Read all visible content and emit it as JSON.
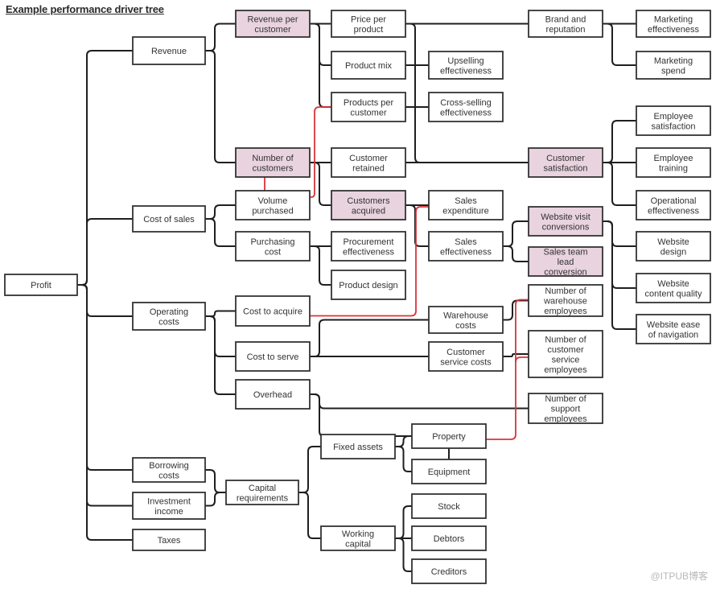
{
  "title": "Example performance driver tree",
  "watermark": "@ITPUB博客",
  "colors": {
    "highlight_fill": "#e8d3de",
    "normal_fill": "#ffffff",
    "line": "#1f1f1f",
    "red_link": "#d9343a"
  },
  "nodes": [
    {
      "id": "profit",
      "label": [
        "Profit"
      ],
      "highlight": false
    },
    {
      "id": "revenue",
      "label": [
        "Revenue"
      ],
      "highlight": false
    },
    {
      "id": "cost_of_sales",
      "label": [
        "Cost of sales"
      ],
      "highlight": false
    },
    {
      "id": "operating_costs",
      "label": [
        "Operating",
        "costs"
      ],
      "highlight": false
    },
    {
      "id": "borrowing_costs",
      "label": [
        "Borrowing",
        "costs"
      ],
      "highlight": false
    },
    {
      "id": "investment_income",
      "label": [
        "Investment",
        "income"
      ],
      "highlight": false
    },
    {
      "id": "taxes",
      "label": [
        "Taxes"
      ],
      "highlight": false
    },
    {
      "id": "revenue_per_customer",
      "label": [
        "Revenue per",
        "customer"
      ],
      "highlight": true
    },
    {
      "id": "number_of_customers",
      "label": [
        "Number of",
        "customers"
      ],
      "highlight": true
    },
    {
      "id": "volume_purchased",
      "label": [
        "Volume",
        "purchased"
      ],
      "highlight": false
    },
    {
      "id": "purchasing_cost",
      "label": [
        "Purchasing",
        "cost"
      ],
      "highlight": false
    },
    {
      "id": "cost_to_acquire",
      "label": [
        "Cost to acquire"
      ],
      "highlight": false
    },
    {
      "id": "cost_to_serve",
      "label": [
        "Cost to serve"
      ],
      "highlight": false
    },
    {
      "id": "overhead",
      "label": [
        "Overhead"
      ],
      "highlight": false
    },
    {
      "id": "capital_requirements",
      "label": [
        "Capital",
        "requirements"
      ],
      "highlight": false
    },
    {
      "id": "price_per_product",
      "label": [
        "Price per",
        "product"
      ],
      "highlight": false
    },
    {
      "id": "product_mix",
      "label": [
        "Product mix"
      ],
      "highlight": false
    },
    {
      "id": "products_per_customer",
      "label": [
        "Products per",
        "customer"
      ],
      "highlight": false
    },
    {
      "id": "customer_retained",
      "label": [
        "Customer",
        "retained"
      ],
      "highlight": false
    },
    {
      "id": "customers_acquired",
      "label": [
        "Customers",
        "acquired"
      ],
      "highlight": true
    },
    {
      "id": "procurement_effectiveness",
      "label": [
        "Procurement",
        "effectiveness"
      ],
      "highlight": false
    },
    {
      "id": "product_design",
      "label": [
        "Product design"
      ],
      "highlight": false
    },
    {
      "id": "fixed_assets",
      "label": [
        "Fixed assets"
      ],
      "highlight": false
    },
    {
      "id": "working_capital",
      "label": [
        "Working",
        "capital"
      ],
      "highlight": false
    },
    {
      "id": "upselling_effectiveness",
      "label": [
        "Upselling",
        "effectiveness"
      ],
      "highlight": false
    },
    {
      "id": "cross_selling_effectiveness",
      "label": [
        "Cross-selling",
        "effectiveness"
      ],
      "highlight": false
    },
    {
      "id": "sales_expenditure",
      "label": [
        "Sales",
        "expenditure"
      ],
      "highlight": false
    },
    {
      "id": "sales_effectiveness",
      "label": [
        "Sales",
        "effectiveness"
      ],
      "highlight": false
    },
    {
      "id": "warehouse_costs",
      "label": [
        "Warehouse",
        "costs"
      ],
      "highlight": false
    },
    {
      "id": "customer_service_costs",
      "label": [
        "Customer",
        "service costs"
      ],
      "highlight": false
    },
    {
      "id": "property",
      "label": [
        "Property"
      ],
      "highlight": false
    },
    {
      "id": "equipment",
      "label": [
        "Equipment"
      ],
      "highlight": false
    },
    {
      "id": "stock",
      "label": [
        "Stock"
      ],
      "highlight": false
    },
    {
      "id": "debtors",
      "label": [
        "Debtors"
      ],
      "highlight": false
    },
    {
      "id": "creditors",
      "label": [
        "Creditors"
      ],
      "highlight": false
    },
    {
      "id": "brand_and_reputation",
      "label": [
        "Brand and",
        "reputation"
      ],
      "highlight": false
    },
    {
      "id": "customer_satisfaction",
      "label": [
        "Customer",
        "satisfaction"
      ],
      "highlight": true
    },
    {
      "id": "website_visit_conversions",
      "label": [
        "Website visit",
        "conversions"
      ],
      "highlight": true
    },
    {
      "id": "sales_team_lead_conversion",
      "label": [
        "Sales team",
        "lead",
        "conversion"
      ],
      "highlight": true
    },
    {
      "id": "number_of_warehouse_employees",
      "label": [
        "Number of",
        "warehouse",
        "employees"
      ],
      "highlight": false
    },
    {
      "id": "number_of_customer_service_employees",
      "label": [
        "Number of",
        "customer",
        "service",
        "employees"
      ],
      "highlight": false
    },
    {
      "id": "number_of_support_employees",
      "label": [
        "Number of",
        "support",
        "employees"
      ],
      "highlight": false
    },
    {
      "id": "marketing_effectiveness",
      "label": [
        "Marketing",
        "effectiveness"
      ],
      "highlight": false
    },
    {
      "id": "marketing_spend",
      "label": [
        "Marketing",
        "spend"
      ],
      "highlight": false
    },
    {
      "id": "employee_satisfaction",
      "label": [
        "Employee",
        "satisfaction"
      ],
      "highlight": false
    },
    {
      "id": "employee_training",
      "label": [
        "Employee",
        "training"
      ],
      "highlight": false
    },
    {
      "id": "operational_effectiveness",
      "label": [
        "Operational",
        "effectiveness"
      ],
      "highlight": false
    },
    {
      "id": "website_design",
      "label": [
        "Website",
        "design"
      ],
      "highlight": false
    },
    {
      "id": "website_content_quality",
      "label": [
        "Website",
        "content quality"
      ],
      "highlight": false
    },
    {
      "id": "website_ease_of_navigation",
      "label": [
        "Website ease",
        "of navigation"
      ],
      "highlight": false
    }
  ],
  "edges": [
    [
      "profit",
      "revenue"
    ],
    [
      "profit",
      "cost_of_sales"
    ],
    [
      "profit",
      "operating_costs"
    ],
    [
      "profit",
      "borrowing_costs"
    ],
    [
      "profit",
      "investment_income"
    ],
    [
      "profit",
      "taxes"
    ],
    [
      "revenue",
      "revenue_per_customer"
    ],
    [
      "revenue",
      "number_of_customers"
    ],
    [
      "revenue_per_customer",
      "price_per_product"
    ],
    [
      "revenue_per_customer",
      "product_mix"
    ],
    [
      "revenue_per_customer",
      "products_per_customer"
    ],
    [
      "product_mix",
      "upselling_effectiveness"
    ],
    [
      "products_per_customer",
      "cross_selling_effectiveness"
    ],
    [
      "price_per_product",
      "brand_and_reputation"
    ],
    [
      "price_per_product",
      "customer_satisfaction"
    ],
    [
      "brand_and_reputation",
      "marketing_effectiveness"
    ],
    [
      "brand_and_reputation",
      "marketing_spend"
    ],
    [
      "number_of_customers",
      "customer_retained"
    ],
    [
      "number_of_customers",
      "customers_acquired"
    ],
    [
      "customer_retained",
      "customer_satisfaction"
    ],
    [
      "customer_satisfaction",
      "employee_satisfaction"
    ],
    [
      "customer_satisfaction",
      "employee_training"
    ],
    [
      "customer_satisfaction",
      "operational_effectiveness"
    ],
    [
      "customers_acquired",
      "sales_expenditure"
    ],
    [
      "customers_acquired",
      "sales_effectiveness"
    ],
    [
      "sales_effectiveness",
      "website_visit_conversions"
    ],
    [
      "sales_effectiveness",
      "sales_team_lead_conversion"
    ],
    [
      "website_visit_conversions",
      "website_design"
    ],
    [
      "website_visit_conversions",
      "website_content_quality"
    ],
    [
      "website_visit_conversions",
      "website_ease_of_navigation"
    ],
    [
      "cost_of_sales",
      "volume_purchased"
    ],
    [
      "cost_of_sales",
      "purchasing_cost"
    ],
    [
      "purchasing_cost",
      "procurement_effectiveness"
    ],
    [
      "purchasing_cost",
      "product_design"
    ],
    [
      "operating_costs",
      "cost_to_acquire"
    ],
    [
      "operating_costs",
      "cost_to_serve"
    ],
    [
      "operating_costs",
      "overhead"
    ],
    [
      "cost_to_serve",
      "warehouse_costs"
    ],
    [
      "cost_to_serve",
      "customer_service_costs"
    ],
    [
      "warehouse_costs",
      "number_of_warehouse_employees"
    ],
    [
      "customer_service_costs",
      "number_of_customer_service_employees"
    ],
    [
      "overhead",
      "number_of_support_employees"
    ],
    [
      "overhead",
      "property"
    ],
    [
      "borrowing_costs",
      "capital_requirements"
    ],
    [
      "investment_income",
      "capital_requirements"
    ],
    [
      "capital_requirements",
      "fixed_assets"
    ],
    [
      "capital_requirements",
      "working_capital"
    ],
    [
      "fixed_assets",
      "property"
    ],
    [
      "fixed_assets",
      "equipment"
    ],
    [
      "working_capital",
      "stock"
    ],
    [
      "working_capital",
      "debtors"
    ],
    [
      "working_capital",
      "creditors"
    ]
  ],
  "vertical_links": [
    [
      "property",
      "equipment"
    ]
  ],
  "red_links": [
    [
      "number_of_customers",
      "volume_purchased"
    ],
    [
      "volume_purchased",
      "products_per_customer"
    ],
    [
      "cost_to_acquire",
      "sales_expenditure"
    ],
    [
      "property",
      "number_of_warehouse_employees"
    ],
    [
      "property",
      "number_of_customer_service_employees"
    ]
  ]
}
